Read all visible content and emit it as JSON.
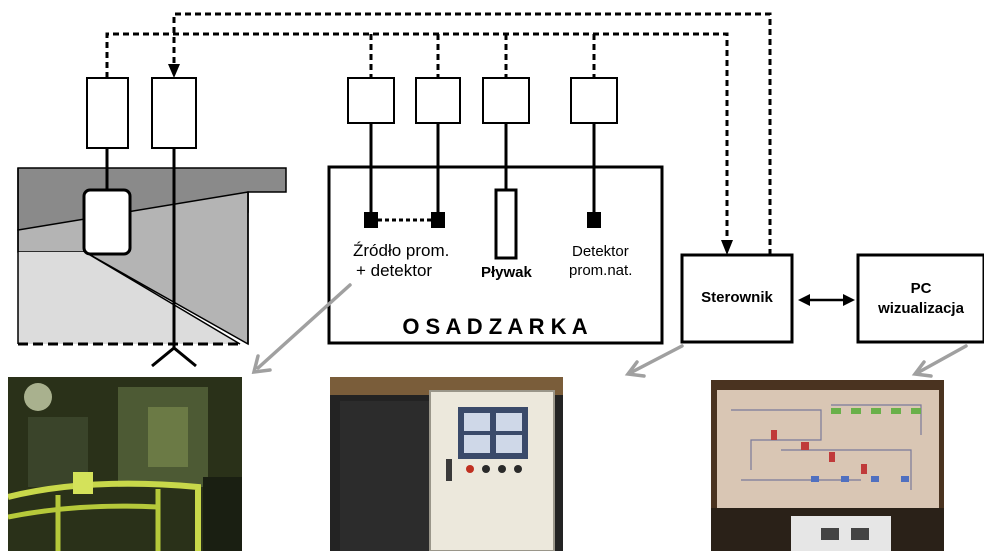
{
  "labels": {
    "source_detector_line1": "Źródło prom.",
    "source_detector_line2": "+ detektor",
    "float": "Pływak",
    "natural_detector_line1": "Detektor",
    "natural_detector_line2": "prom.nat.",
    "machine": "O S A D Z A R K A",
    "controller": "Sterownik",
    "pc_line1": "PC",
    "pc_line2": "wizualizacja"
  },
  "colors": {
    "line": "#000000",
    "arrow_gray": "#a0a0a0",
    "hopper_dark": "#8a8a8a",
    "hopper_mid": "#b4b4b4",
    "hopper_light": "#dcdcdc",
    "photo_plant": "#3e4a2a",
    "photo_plant_rail": "#b6c93a",
    "photo_cabinet": "#ece8dc",
    "photo_panel": "#d9c6b4"
  },
  "icons": {
    "bidirectional_arrow": "double-headed-arrow-icon",
    "pointer_arrow": "gray-arrow-icon"
  }
}
